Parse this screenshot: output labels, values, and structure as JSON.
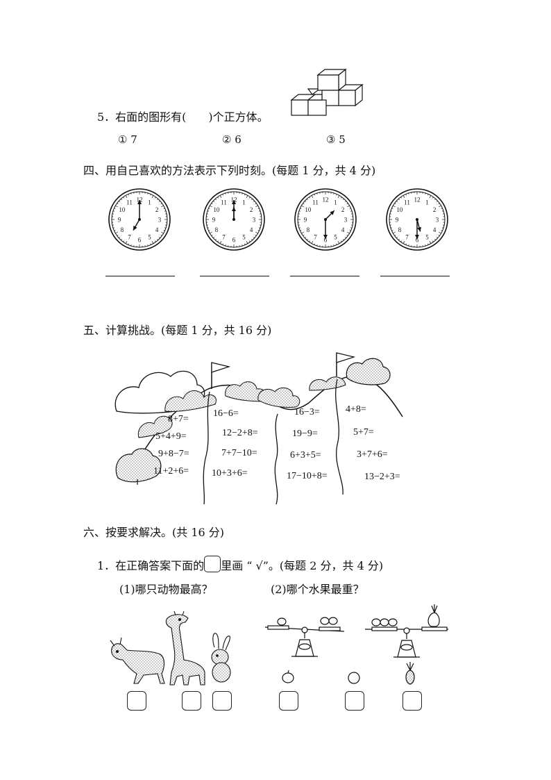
{
  "q5": {
    "label": "5．右面的图形有(　　)个正方体。",
    "options": [
      "① 7",
      "② 6",
      "③ 5"
    ]
  },
  "section4": {
    "title": "四、用自己喜欢的方法表示下列时刻。(每题 1 分，共 4 分)",
    "clock_numbers": [
      "12",
      "1",
      "2",
      "3",
      "4",
      "5",
      "6",
      "7",
      "8",
      "9",
      "10",
      "11"
    ],
    "clocks": [
      {
        "hour": 7,
        "minute": 0
      },
      {
        "hour": 12,
        "minute": 0
      },
      {
        "hour": 1,
        "minute": 30
      },
      {
        "hour": 5,
        "minute": 30
      }
    ]
  },
  "section5": {
    "title": "五、计算挑战。(每题 1 分，共 16 分)",
    "col1": [
      "8+7=",
      "5+4+9=",
      "9+8−7=",
      "11+2+6="
    ],
    "col2": [
      "16−6=",
      "12−2+8=",
      "7+7−10=",
      "10+3+6="
    ],
    "col3": [
      "16−3=",
      "19−9=",
      "6+3+5=",
      "17−10+8="
    ],
    "col4": [
      "4+8=",
      "5+7=",
      "3+7+6=",
      "13−2+3="
    ]
  },
  "section6": {
    "title": "六、按要求解决。(共 16 分)",
    "q1_before": "1．在正确答案下面的",
    "q1_after": "里画 “ √”。(每题 2 分，共 4 分)",
    "sub1": "(1)哪只动物最高？",
    "sub2": "(2)哪个水果最重？"
  }
}
